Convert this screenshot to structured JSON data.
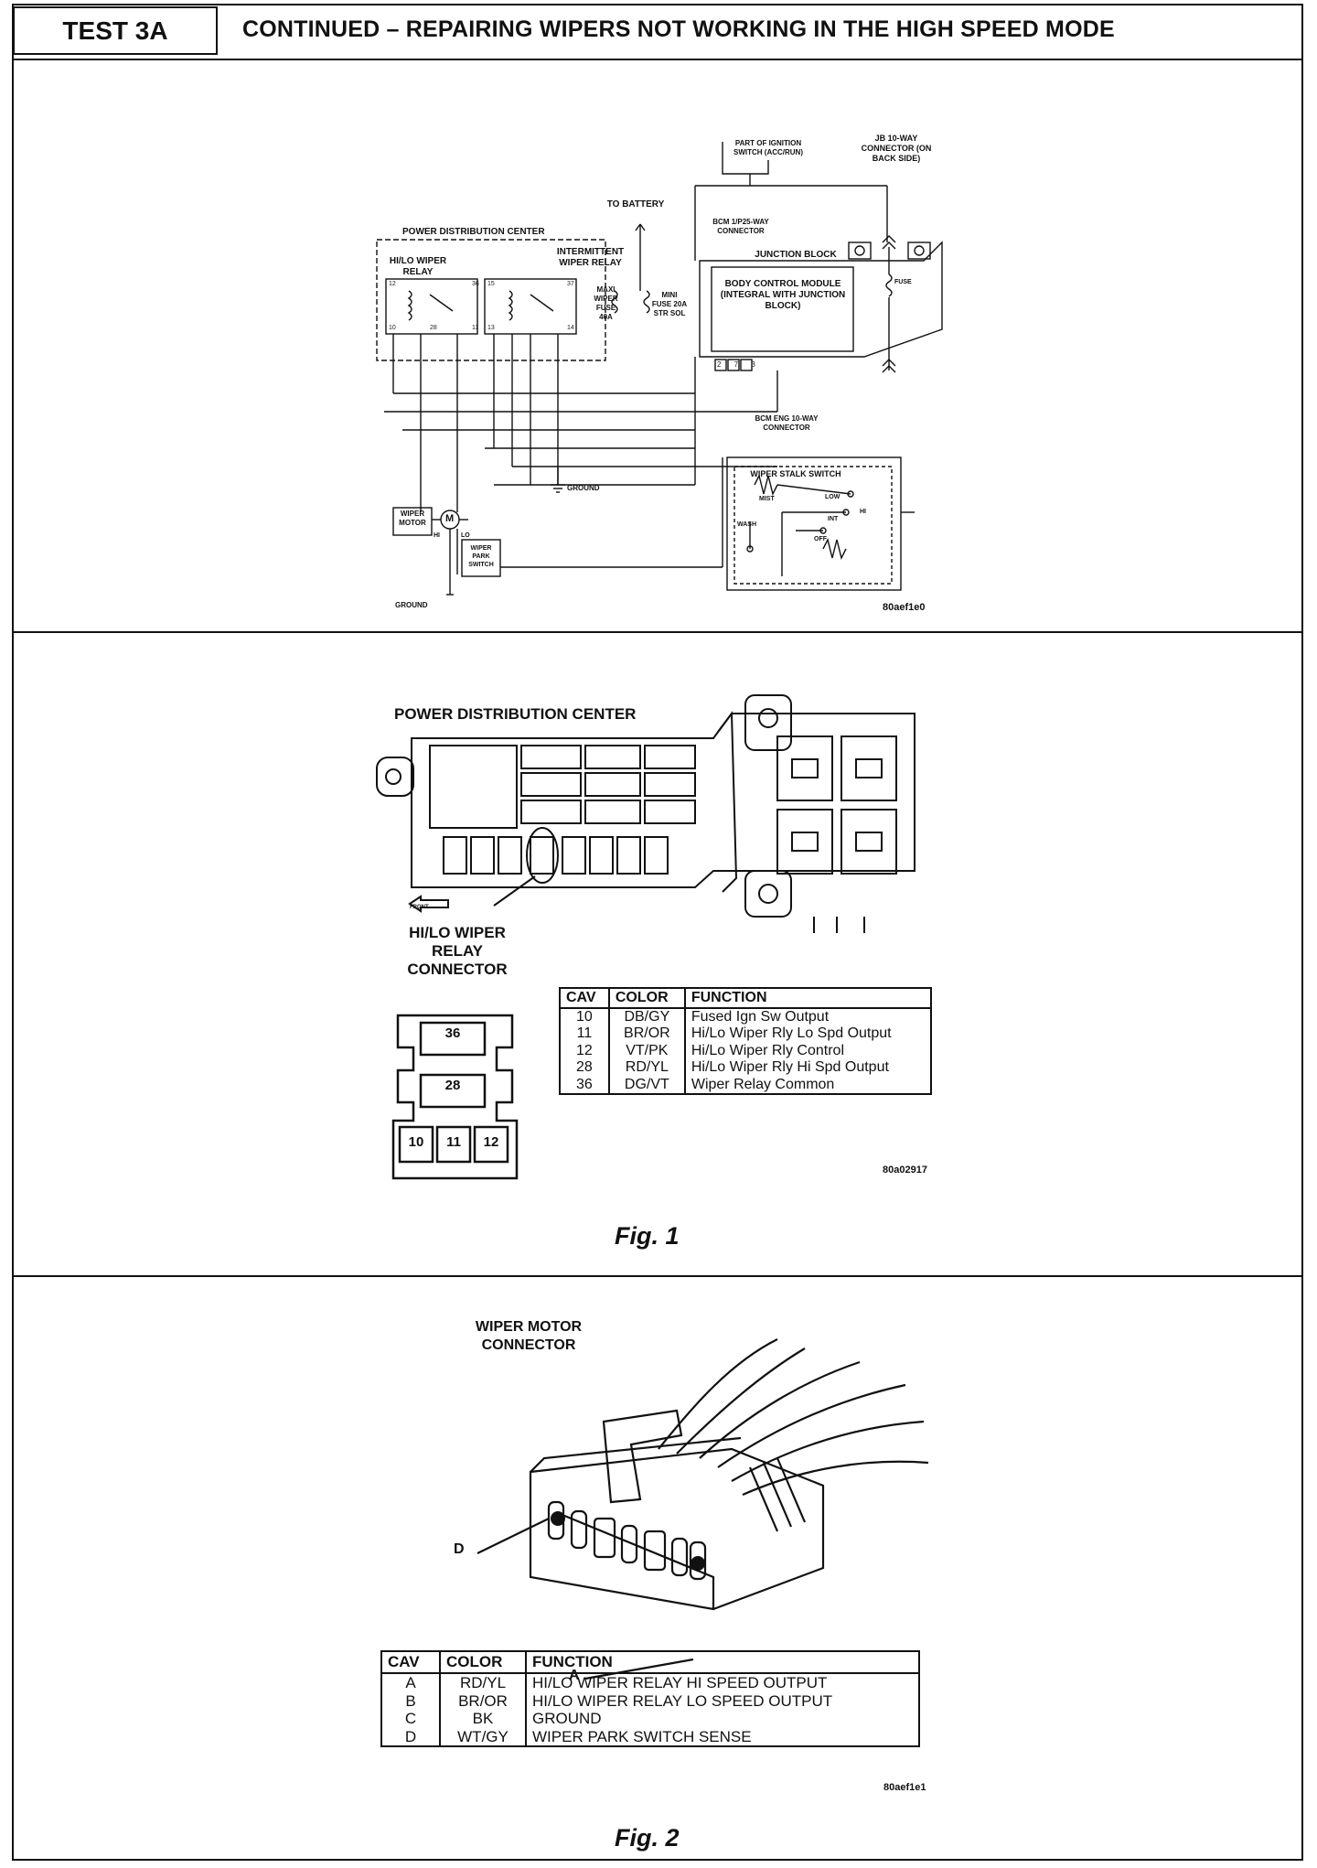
{
  "header": {
    "test_label": "TEST 3A",
    "title": "CONTINUED – REPAIRING WIPERS NOT WORKING IN THE HIGH SPEED MODE"
  },
  "schematic": {
    "power_distribution_center": "POWER DISTRIBUTION CENTER",
    "hi_lo_wiper_relay": "HI/LO WIPER RELAY",
    "intermittent_wiper_relay": "INTERMITTENT WIPER RELAY",
    "to_battery": "TO BATTERY",
    "maxi_wiper_fuse": "MAXI WIPER FUSE 40A",
    "mini_fuse": "MINI FUSE 20A STR SOL",
    "bcm_connector": "BCM 1/P25-WAY CONNECTOR",
    "ignition_switch": "PART OF IGNITION SWITCH (ACC/RUN)",
    "jb_connector": "JB 10-WAY CONNECTOR (ON BACK SIDE)",
    "junction_block": "JUNCTION BLOCK",
    "body_control_module": "BODY CONTROL MODULE (INTEGRAL WITH JUNCTION BLOCK)",
    "bcm_eng_connector": "BCM ENG 10-WAY CONNECTOR",
    "wiper_stalk_switch": "WIPER STALK SWITCH",
    "ground_1": "GROUND",
    "ground_2": "GROUND",
    "wiper_motor": "WIPER MOTOR",
    "motor_symbol": "M",
    "hi": "HI",
    "lo": "LO",
    "wiper_park_switch": "WIPER PARK SWITCH",
    "fuse_label": "FUSE",
    "off_label": "OFF",
    "int_label": "INT",
    "low_label": "LOW",
    "hi_label": "HI",
    "wash_label": "WASH",
    "mist_label": "MIST",
    "pin_12": "12",
    "pin_10": "10",
    "pin_28": "28",
    "pin_11": "11",
    "pin_36": "36",
    "pin_15": "15",
    "pin_37": "37",
    "pin_13": "13",
    "pin_14": "14",
    "bcm_pins": "2 7 3",
    "image_ref": "80aef1e0"
  },
  "fig1": {
    "title": "POWER DISTRIBUTION CENTER",
    "connector_label": "HI/LO WIPER RELAY CONNECTOR",
    "front": "FRONT",
    "cavities": [
      "36",
      "28",
      "10",
      "11",
      "12"
    ],
    "table": {
      "headers": [
        "CAV",
        "COLOR",
        "FUNCTION"
      ],
      "rows": [
        {
          "cav": "10",
          "color": "DB/GY",
          "function": "Fused Ign Sw Output"
        },
        {
          "cav": "11",
          "color": "BR/OR",
          "function": "Hi/Lo Wiper Rly Lo Spd Output"
        },
        {
          "cav": "12",
          "color": "VT/PK",
          "function": "Hi/Lo Wiper Rly Control"
        },
        {
          "cav": "28",
          "color": "RD/YL",
          "function": "Hi/Lo Wiper Rly Hi Spd Output"
        },
        {
          "cav": "36",
          "color": "DG/VT",
          "function": "Wiper Relay Common"
        }
      ]
    },
    "image_ref": "80a02917",
    "caption": "Fig. 1"
  },
  "fig2": {
    "title": "WIPER MOTOR CONNECTOR",
    "pin_d": "D",
    "pin_a": "A",
    "table": {
      "headers": [
        "CAV",
        "COLOR",
        "FUNCTION"
      ],
      "rows": [
        {
          "cav": "A",
          "color": "RD/YL",
          "function": "HI/LO WIPER RELAY HI SPEED OUTPUT"
        },
        {
          "cav": "B",
          "color": "BR/OR",
          "function": "HI/LO WIPER RELAY LO SPEED OUTPUT"
        },
        {
          "cav": "C",
          "color": "BK",
          "function": "GROUND"
        },
        {
          "cav": "D",
          "color": "WT/GY",
          "function": "WIPER PARK SWITCH SENSE"
        }
      ]
    },
    "image_ref": "80aef1e1",
    "caption": "Fig. 2"
  }
}
